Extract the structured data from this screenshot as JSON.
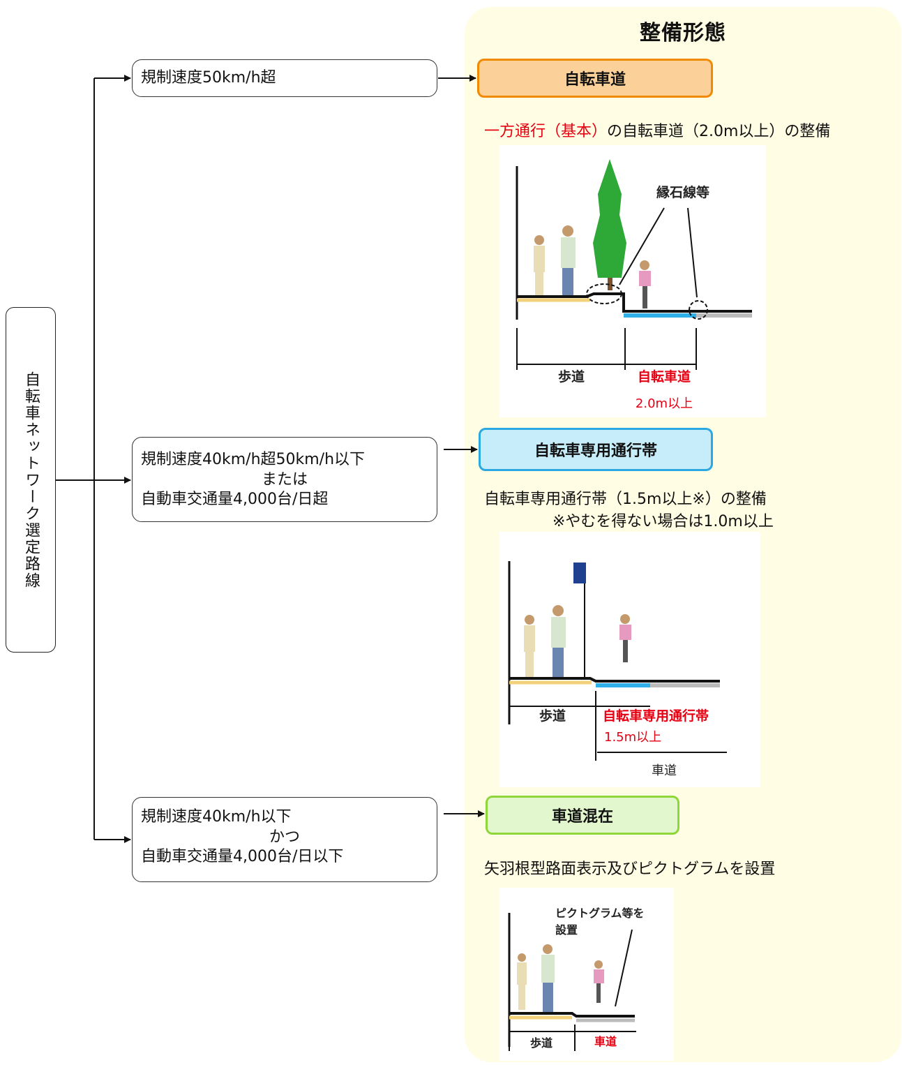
{
  "panel": {
    "title": "整備形態",
    "background": "#fffde3"
  },
  "root": {
    "label": "自転車ネットワーク選定路線"
  },
  "conditions": [
    {
      "lines": [
        "規制速度50km/h超"
      ]
    },
    {
      "lines": [
        "規制速度40km/h超50km/h以下",
        "または",
        "自動車交通量4,000台/日超"
      ]
    },
    {
      "lines": [
        "規制速度40km/h以下",
        "かつ",
        "自動車交通量4,000台/日以下"
      ]
    }
  ],
  "types": [
    {
      "label": "自転車道",
      "fill": "#fbd199",
      "border": "#f08a00",
      "desc_red": "一方通行（基本）",
      "desc_rest": "の自転車道（2.0m以上）の整備",
      "figure": {
        "callout": "縁石線等",
        "left_label": "歩道",
        "right_label": "自転車道",
        "width_label": "2.0m以上"
      }
    },
    {
      "label": "自転車専用通行帯",
      "fill": "#c7ecfa",
      "border": "#2aa8df",
      "desc_line1": "自転車専用通行帯（1.5m以上※）の整備",
      "desc_line2": "※やむを得ない場合は1.0m以上",
      "figure": {
        "left_label": "歩道",
        "right_label": "自転車専用通行帯",
        "width_label": "1.5m以上",
        "road_label": "車道"
      }
    },
    {
      "label": "車道混在",
      "fill": "#e2f7cd",
      "border": "#8fd63a",
      "desc": "矢羽根型路面表示及びピクトグラムを設置",
      "figure": {
        "callout_line1": "ピクトグラム等を",
        "callout_line2": "設置",
        "left_label": "歩道",
        "right_label": "車道"
      }
    }
  ]
}
